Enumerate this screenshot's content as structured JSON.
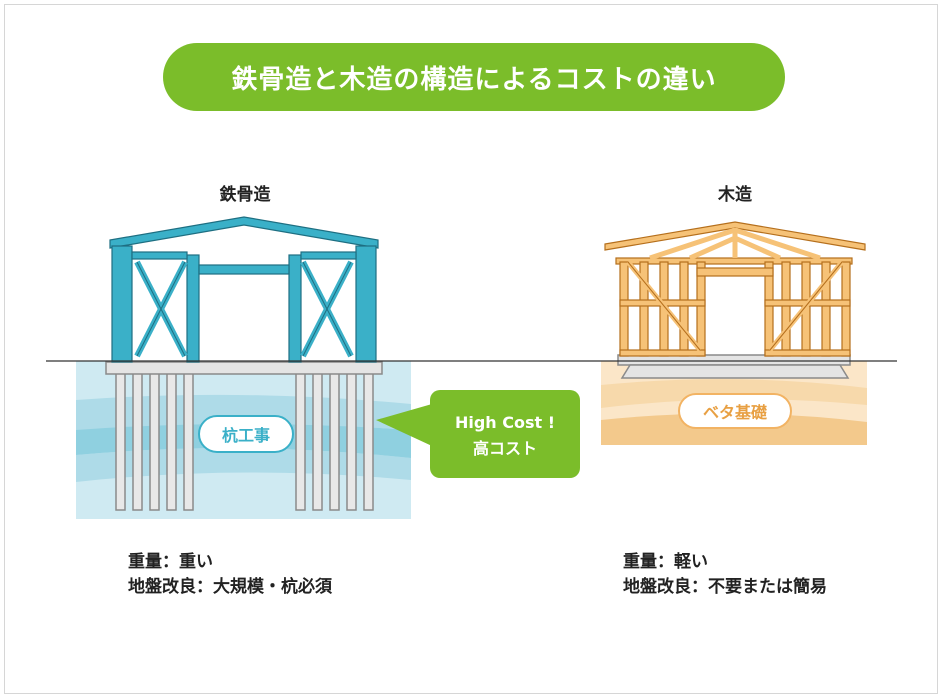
{
  "title": "鉄骨造と木造の構造によるコストの違い",
  "steel": {
    "heading": "鉄骨造",
    "foundation_label": "杭工事",
    "spec_weight": "重量：重い",
    "spec_ground": "地盤改良：大規模・杭必須"
  },
  "wood": {
    "heading": "木造",
    "foundation_label": "ベタ基礎",
    "spec_weight": "重量：軽い",
    "spec_ground": "地盤改良：不要または簡易"
  },
  "callout": {
    "line1": "High Cost !",
    "line2": "高コスト"
  },
  "colors": {
    "title_bg": "#7bbd2a",
    "steel_frame": "#3ab0c8",
    "steel_ground": "#bfe3ee",
    "wood_frame": "#f2b363",
    "wood_ground": "#f5d3a0",
    "callout_bg": "#7bbd2a"
  }
}
